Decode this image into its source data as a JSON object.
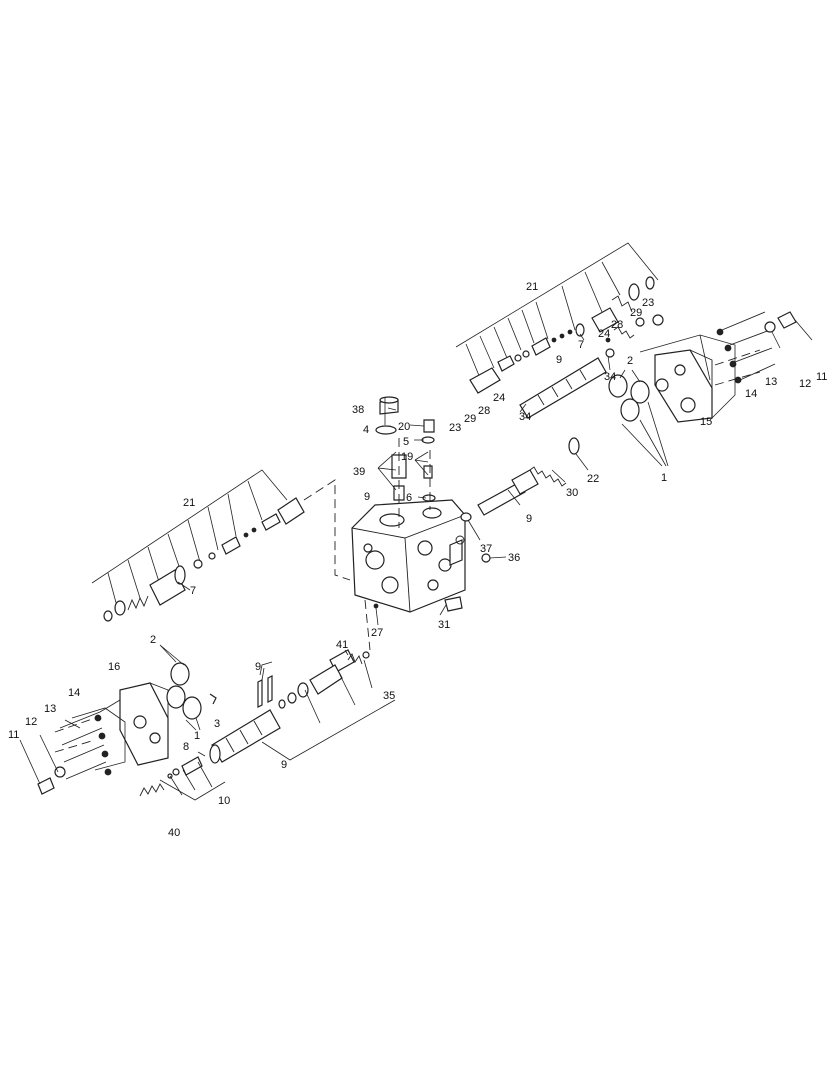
{
  "callouts": [
    {
      "text": "21"
    },
    {
      "text": "23"
    },
    {
      "text": "29"
    },
    {
      "text": "28"
    },
    {
      "text": "24"
    },
    {
      "text": "7"
    },
    {
      "text": "9"
    },
    {
      "text": "34"
    },
    {
      "text": "2"
    },
    {
      "text": "12"
    },
    {
      "text": "11"
    },
    {
      "text": "13"
    },
    {
      "text": "14"
    },
    {
      "text": "15"
    },
    {
      "text": "1"
    },
    {
      "text": "38"
    },
    {
      "text": "4"
    },
    {
      "text": "20"
    },
    {
      "text": "5"
    },
    {
      "text": "39"
    },
    {
      "text": "19"
    },
    {
      "text": "6"
    },
    {
      "text": "9"
    },
    {
      "text": "23"
    },
    {
      "text": "29"
    },
    {
      "text": "28"
    },
    {
      "text": "24"
    },
    {
      "text": "34"
    },
    {
      "text": "22"
    },
    {
      "text": "30"
    },
    {
      "text": "9"
    },
    {
      "text": "37"
    },
    {
      "text": "36"
    },
    {
      "text": "21"
    },
    {
      "text": "7"
    },
    {
      "text": "31"
    },
    {
      "text": "27"
    },
    {
      "text": "41"
    },
    {
      "text": "35"
    },
    {
      "text": "2"
    },
    {
      "text": "16"
    },
    {
      "text": "14"
    },
    {
      "text": "13"
    },
    {
      "text": "12"
    },
    {
      "text": "11"
    },
    {
      "text": "3"
    },
    {
      "text": "1"
    },
    {
      "text": "9"
    },
    {
      "text": "8"
    },
    {
      "text": "9"
    },
    {
      "text": "10"
    },
    {
      "text": "40"
    }
  ]
}
